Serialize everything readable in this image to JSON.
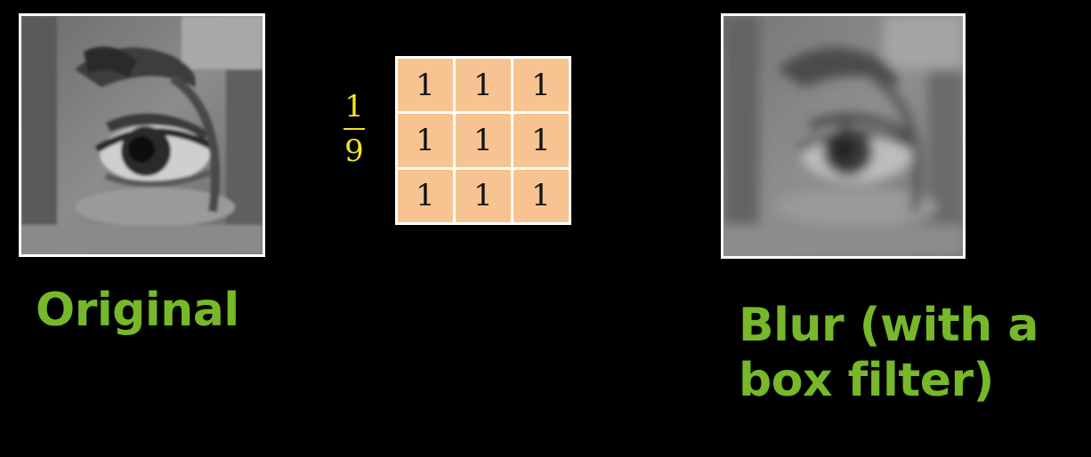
{
  "colors": {
    "background": "#000000",
    "caption": "#76b82a",
    "fraction": "#f3e22a",
    "kernel_cell": "#f6c391",
    "kernel_text": "#111111",
    "frame": "#ffffff"
  },
  "original": {
    "caption": "Original"
  },
  "blurred": {
    "caption": "Blur (with a box filter)"
  },
  "kernel": {
    "numerator": "1",
    "denominator": "9",
    "cells": [
      [
        "1",
        "1",
        "1"
      ],
      [
        "1",
        "1",
        "1"
      ],
      [
        "1",
        "1",
        "1"
      ]
    ]
  }
}
